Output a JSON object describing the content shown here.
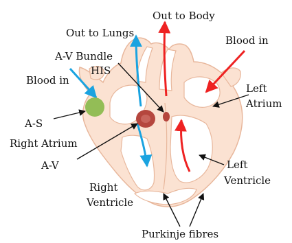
{
  "labels": {
    "out_to_body": "Out to Body",
    "out_to_lungs": "Out to Lungs",
    "blood_in_right": "Blood in",
    "av_bundle": "A-V Bundle",
    "his": "HIS",
    "blood_in_left": "Blood in",
    "left_atrium_1": "Left",
    "left_atrium_2": "Atrium",
    "as_node": "A-S",
    "right_atrium": "Right Atrium",
    "av_node": "A-V",
    "left_ventricle_1": "Left",
    "left_ventricle_2": "Ventricle",
    "right_ventricle_1": "Right",
    "right_ventricle_2": "Ventricle",
    "purkinje": "Purkinje fibres"
  },
  "colors": {
    "heart_fill": "#fbe2d2",
    "heart_outline": "#e8b79c",
    "deoxygenated_arrow": "#1aa3e0",
    "oxygenated_arrow": "#ee2222",
    "sa_node": "#8dbb4f",
    "av_node": "#b5463e",
    "label_arrow": "#111111"
  }
}
